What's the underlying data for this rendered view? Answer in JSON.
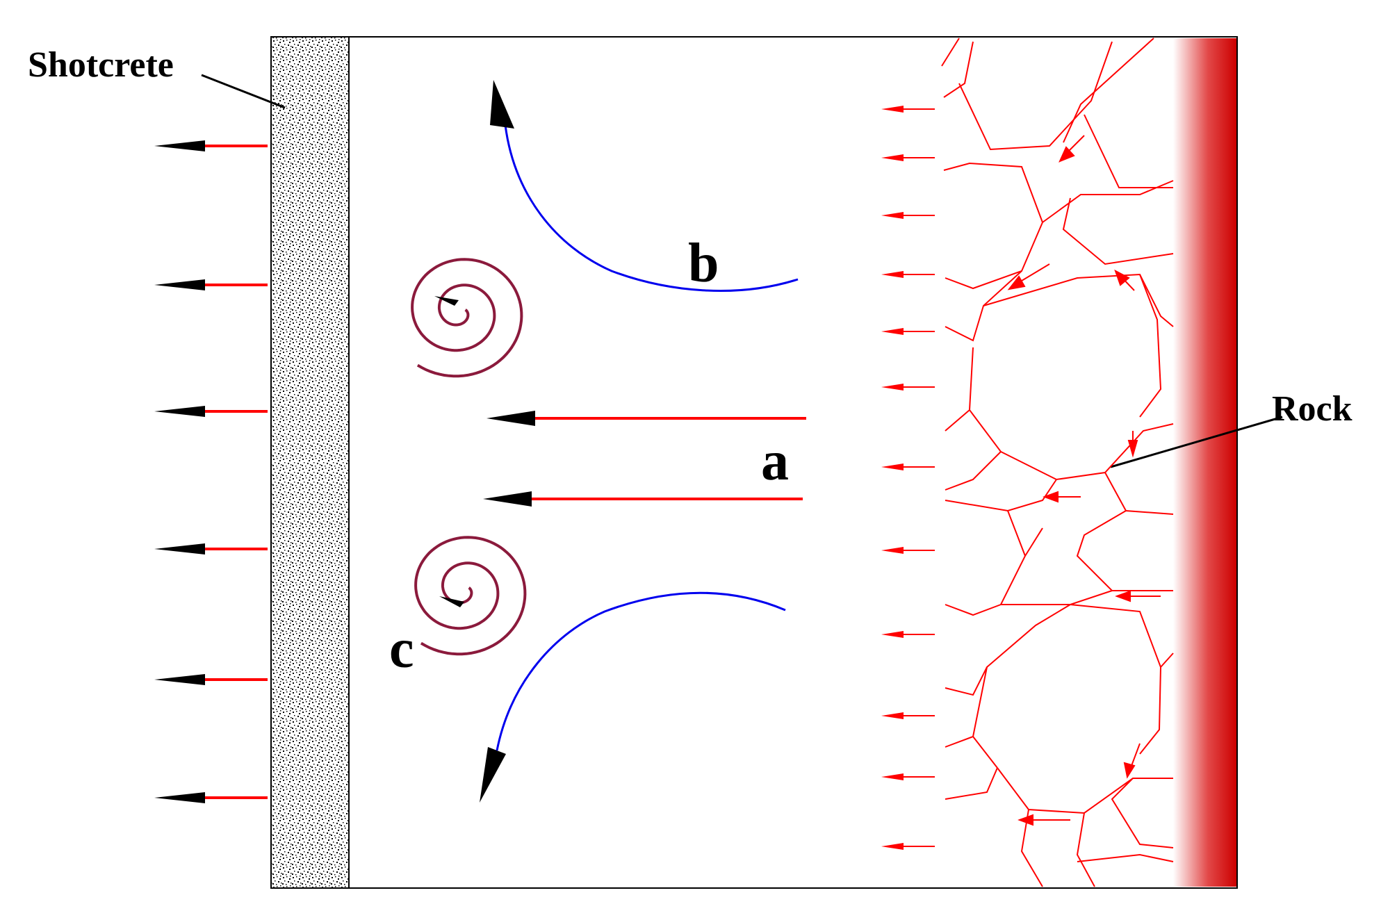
{
  "labels": {
    "shotcrete": "Shotcrete",
    "rock": "Rock",
    "a": "a",
    "b": "b",
    "c": "c"
  },
  "colors": {
    "red": "#ff0000",
    "blue": "#0000ee",
    "maroon": "#8b1a3c",
    "black": "#000000",
    "rock_gradient_dark": "#cc0000"
  }
}
